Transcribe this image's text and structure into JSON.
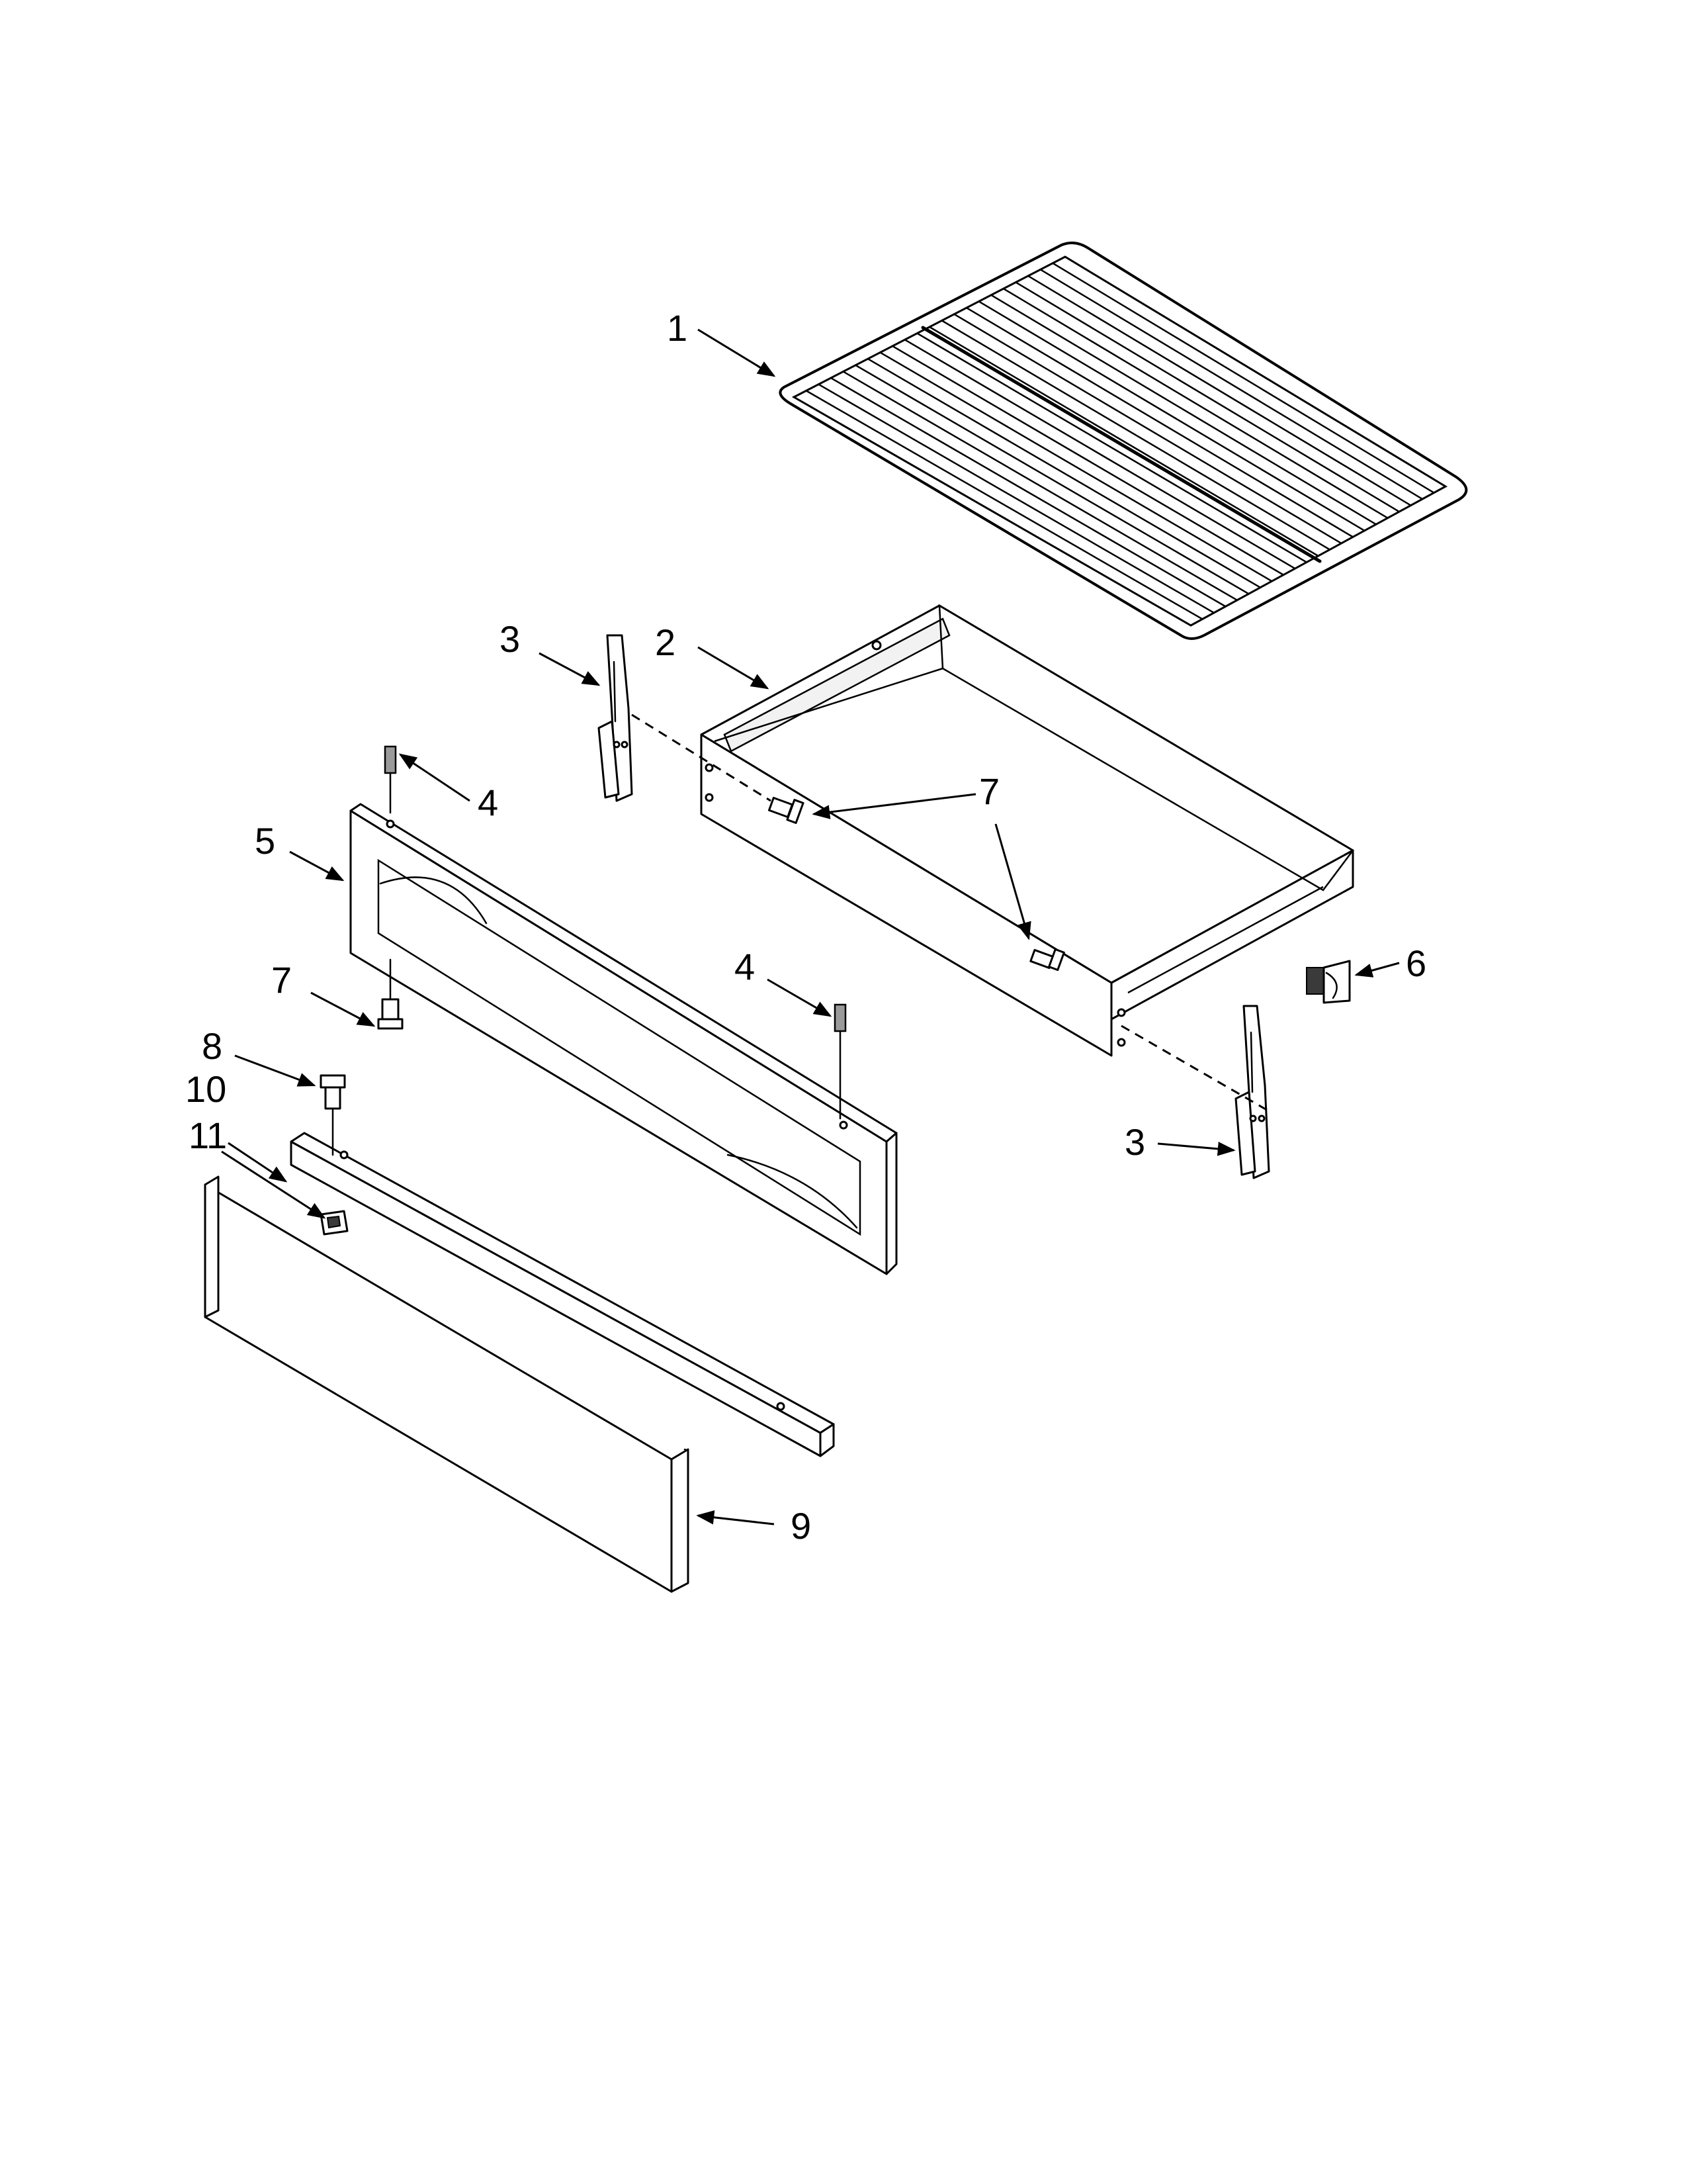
{
  "diagram": {
    "callouts": {
      "c1": "1",
      "c2": "2",
      "c3_top": "3",
      "c3_bottom": "3",
      "c4_top": "4",
      "c4_bottom": "4",
      "c5": "5",
      "c6": "6",
      "c7_top": "7",
      "c7_left": "7",
      "c8": "8",
      "c9": "9",
      "c10": "10",
      "c11": "11"
    },
    "parts": [
      {
        "id": "1",
        "name": "oven-rack"
      },
      {
        "id": "2",
        "name": "drawer-pan"
      },
      {
        "id": "3",
        "name": "drawer-slide"
      },
      {
        "id": "4",
        "name": "stud"
      },
      {
        "id": "5",
        "name": "drawer-front-panel"
      },
      {
        "id": "6",
        "name": "clip"
      },
      {
        "id": "7",
        "name": "screw"
      },
      {
        "id": "8",
        "name": "screw"
      },
      {
        "id": "9",
        "name": "drawer-front-trim"
      },
      {
        "id": "10",
        "name": "handle-bracket"
      },
      {
        "id": "11",
        "name": "clip"
      }
    ]
  }
}
